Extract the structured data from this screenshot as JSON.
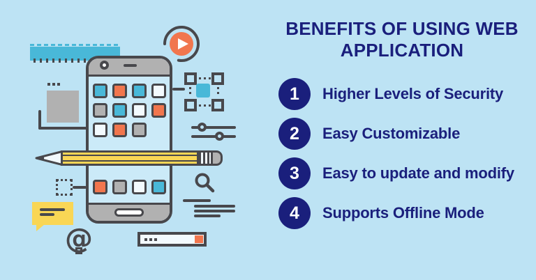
{
  "colors": {
    "background": "#BDE3F4",
    "navy": "#1A1F7C",
    "orange": "#F1764E",
    "teal": "#49B8D8",
    "yellow": "#F9D655",
    "gray": "#B1B1B1",
    "outline": "#48484C",
    "screen_blue": "#CBEAF8",
    "light": "#F3FAFE"
  },
  "header": {
    "title": "BENEFITS OF USING WEB APPLICATION"
  },
  "benefits": [
    {
      "number": "1",
      "label": "Higher Levels of Security"
    },
    {
      "number": "2",
      "label": "Easy Customizable"
    },
    {
      "number": "3",
      "label": "Easy to update and modify"
    },
    {
      "number": "4",
      "label": "Supports Offline Mode"
    }
  ],
  "illustration": {
    "at_glyph": "@",
    "app_grid_top": [
      "teal",
      "orange",
      "teal",
      "light",
      "gray",
      "teal",
      "light",
      "orange",
      "light",
      "orange",
      "gray",
      null
    ],
    "app_grid_bottom": [
      "orange",
      "gray",
      "light",
      "teal"
    ],
    "icon_names": [
      "ruler-icon",
      "play-button-icon",
      "smartphone-icon",
      "camera-dot-icon",
      "speaker-icon",
      "home-button-icon",
      "app-grid-icon",
      "gray-card-icon",
      "selection-frame-icon",
      "sliders-icon",
      "pencil-icon",
      "dashed-box-icon",
      "chat-bubble-icon",
      "at-icon",
      "loading-bar-icon",
      "search-icon",
      "text-lines-icon"
    ]
  }
}
